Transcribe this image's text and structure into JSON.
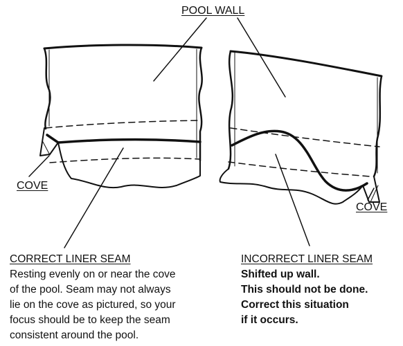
{
  "labels": {
    "pool_wall": "POOL WALL",
    "cove_left": "COVE",
    "cove_right": "COVE"
  },
  "correct": {
    "heading": "CORRECT LINER SEAM",
    "lines": [
      "Resting evenly on or near the cove",
      "of the pool. Seam may not always",
      "lie on the cove as pictured, so your",
      "focus should be to keep the seam",
      "consistent around the pool."
    ]
  },
  "incorrect": {
    "heading": "INCORRECT LINER SEAM",
    "lines": [
      "Shifted up wall.",
      "This should not be done.",
      "Correct this situation",
      "if it occurs."
    ]
  }
}
